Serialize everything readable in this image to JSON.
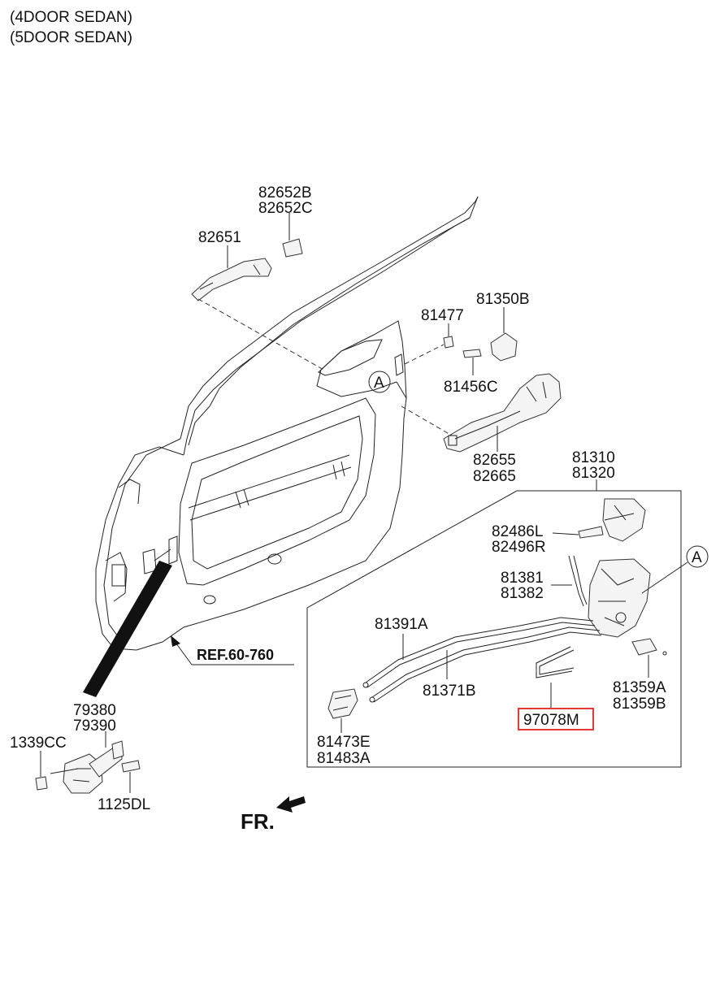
{
  "header": {
    "line1": "(4DOOR SEDAN)",
    "line2": "(5DOOR SEDAN)"
  },
  "highlight_color": "#e53935",
  "labels": {
    "p82652B": "82652B",
    "p82652C": "82652C",
    "p82651": "82651",
    "p81477": "81477",
    "p81350B": "81350B",
    "p81456C": "81456C",
    "p82655": "82655",
    "p82665": "82665",
    "p81310": "81310",
    "p81320": "81320",
    "p82486L": "82486L",
    "p82496R": "82496R",
    "p81381": "81381",
    "p81382": "81382",
    "p81391A": "81391A",
    "p81371B": "81371B",
    "p97078M": "97078M",
    "p81359A": "81359A",
    "p81359B": "81359B",
    "p81473E": "81473E",
    "p81483A": "81483A",
    "p79380": "79380",
    "p79390": "79390",
    "p1339CC": "1339CC",
    "p1125DL": "1125DL",
    "ref": "REF.60-760",
    "fr": "FR.",
    "callout_a": "A"
  }
}
